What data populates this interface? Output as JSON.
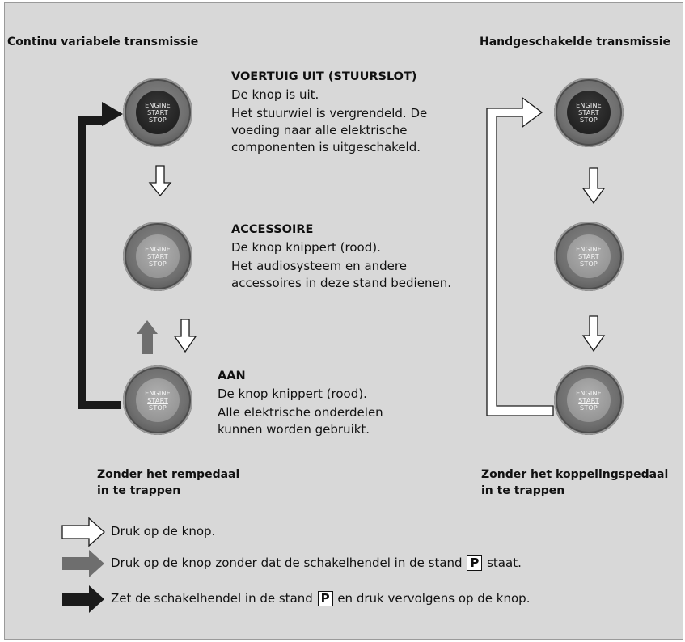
{
  "left_heading": "Continu variabele transmissie",
  "right_heading": "Handgeschakelde transmissie",
  "button_text": {
    "line1": "ENGINE",
    "line2": "START",
    "line3": "STOP"
  },
  "states": [
    {
      "title": "VOERTUIG UIT (STUURSLOT)",
      "lines": [
        "De knop is uit.",
        "Het stuurwiel is vergrendeld. De",
        "voeding naar alle elektrische",
        "componenten is uitgeschakeld."
      ]
    },
    {
      "title": "ACCESSOIRE",
      "lines": [
        "De knop knippert (rood).",
        "Het audiosysteem en andere",
        "accessoires in deze stand bedienen."
      ]
    },
    {
      "title": "AAN",
      "lines": [
        "De knop knippert (rood).",
        "Alle elektrische onderdelen",
        "kunnen worden gebruikt."
      ]
    }
  ],
  "left_note": [
    "Zonder het rempedaal",
    "in te trappen"
  ],
  "right_note": [
    "Zonder het koppelingspedaal",
    "in te trappen"
  ],
  "legend": [
    {
      "arrow": "white-arrow",
      "text": "Druk op de knop."
    },
    {
      "arrow": "gray-arrow",
      "before": "Druk op de knop zonder dat de schakelhendel in de stand ",
      "key": "P",
      "after": " staat."
    },
    {
      "arrow": "black-arrow",
      "before": "Zet de schakelhendel in de stand ",
      "key": "P",
      "after": " en druk vervolgens op de knop."
    }
  ],
  "colors": {
    "panel": "#d8d8d8",
    "black_arrow": "#1a1a1a",
    "gray_arrow": "#6e6e6e",
    "white_arrow": "#ffffff"
  }
}
